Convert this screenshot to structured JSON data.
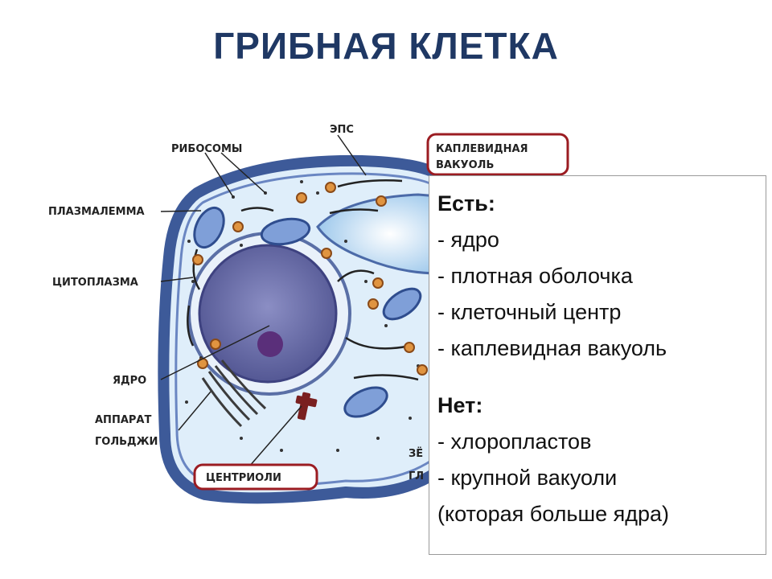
{
  "title": "ГРИБНАЯ КЛЕТКА",
  "labels": {
    "ribosomes": "РИБОСОМЫ",
    "eps": "ЭПС",
    "vacuole_line1": "КАПЛЕВИДНАЯ",
    "vacuole_line2": "ВАКУОЛЬ",
    "plasmalemma": "ПЛАЗМАЛЕММА",
    "cytoplasm": "ЦИТОПЛАЗМА",
    "nucleus": "ЯДРО",
    "golgi_line1": "АППАРАТ",
    "golgi_line2": "ГОЛЬДЖИ",
    "centrioles": "ЦЕНТРИОЛИ",
    "partial_line1": "ЗЁ",
    "partial_line2": "ГЛ"
  },
  "info": {
    "has_heading": "Есть:",
    "has_items": [
      "- ядро",
      "- плотная оболочка",
      "- клеточный центр",
      "- каплевидная вакуоль"
    ],
    "not_heading": "Нет:",
    "not_items": [
      "- хлоропластов",
      "- крупной вакуоли",
      "(которая больше ядра)"
    ]
  },
  "colors": {
    "title": "#1f3864",
    "cell_wall": "#3d5a99",
    "cytoplasm": "#dfeefa",
    "nucleus": "#6b6fa8",
    "highlight_frame": "#9b1c22"
  }
}
